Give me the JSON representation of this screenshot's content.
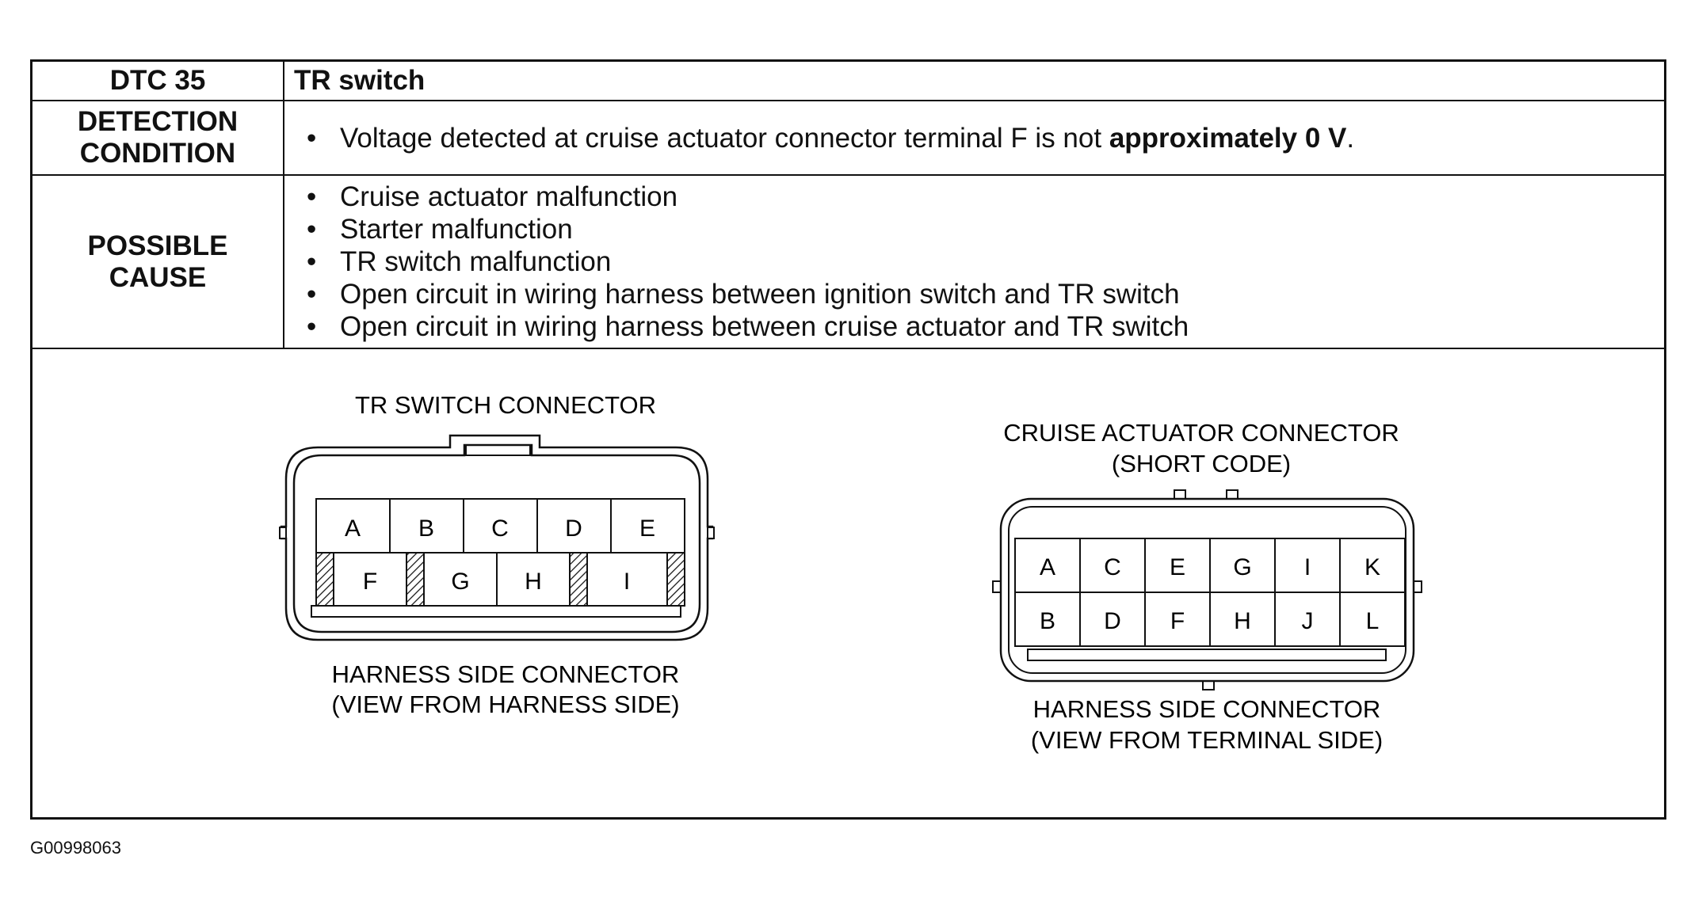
{
  "table": {
    "dtc_label": "DTC 35",
    "dtc_value": "TR switch",
    "detection_label_line1": "DETECTION",
    "detection_label_line2": "CONDITION",
    "detection_text_before": "Voltage detected at cruise actuator connector terminal F is not ",
    "detection_text_bold": "approximately 0 V",
    "detection_text_after": ".",
    "cause_label_line1": "POSSIBLE",
    "cause_label_line2": "CAUSE",
    "causes": [
      "Cruise actuator malfunction",
      "Starter malfunction",
      "TR switch malfunction",
      "Open circuit in wiring harness between ignition switch and TR switch",
      "Open circuit in wiring harness between cruise actuator and TR switch"
    ]
  },
  "tr_connector": {
    "title": "TR SWITCH CONNECTOR",
    "top_pins": [
      "A",
      "B",
      "C",
      "D",
      "E"
    ],
    "bottom_pins": [
      "F",
      "G",
      "H",
      "I"
    ],
    "caption_line1": "HARNESS SIDE CONNECTOR",
    "caption_line2": "(VIEW FROM HARNESS SIDE)"
  },
  "cruise_connector": {
    "title_line1": "CRUISE ACTUATOR CONNECTOR",
    "title_line2": "(SHORT CODE)",
    "top_pins": [
      "A",
      "C",
      "E",
      "G",
      "I",
      "K"
    ],
    "bottom_pins": [
      "B",
      "D",
      "F",
      "H",
      "J",
      "L"
    ],
    "caption_line1": "HARNESS SIDE CONNECTOR",
    "caption_line2": "(VIEW FROM TERMINAL SIDE)"
  },
  "figure_id": "G00998063"
}
